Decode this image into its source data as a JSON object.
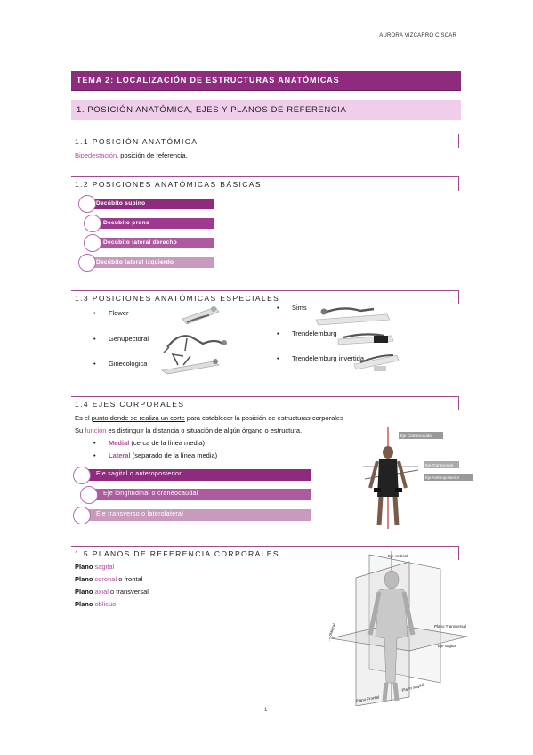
{
  "header": {
    "author": "AURORA VIZCARRO CISCAR"
  },
  "tema": "TEMA 2: LOCALIZACIÓN DE ESTRUCTURAS ANATÓMICAS",
  "section1": "1. POSICIÓN ANATÓMICA, EJES Y PLANOS DE REFERENCIA",
  "s11": {
    "title": "1.1 POSICIÓN ANATÓMICA",
    "term": "Bipedestación",
    "rest": ", posición de referencia."
  },
  "s12": {
    "title": "1.2 POSICIONES ANATÓMICAS BÁSICAS",
    "items": [
      "Decúbito supino",
      "Decúbito prono",
      "Decúbito lateral derecho",
      "Decúbito lateral izquierdo"
    ]
  },
  "s13": {
    "title": "1.3 POSICIONES ANATÓMICAS ESPECIALES",
    "left": [
      "Flower",
      "Genupectoral",
      "Ginecológica"
    ],
    "right": [
      "Sims",
      "Trendelemburg",
      "Trendelemburg invertida"
    ]
  },
  "s14": {
    "title": "1.4 EJES CORPORALES",
    "line1_pre": "Es el ",
    "line1_u": "punto donde se realiza un corte",
    "line1_post": " para establecer la posición de estructuras corporales",
    "line2_pre": "Su ",
    "line2_pink": "función",
    "line2_mid": " es ",
    "line2_u": "distinguir la distancia o situación de algún órgano o estructura.",
    "bullets": [
      {
        "term": "Medial",
        "desc": " (cerca de la línea media)"
      },
      {
        "term": "Lateral",
        "desc": " (separado de la línea media)"
      }
    ],
    "axes": [
      "Eje sagital o anteroposterior",
      "Eje longitudinal o craneocaudal",
      "Eje transverso o laterolateral"
    ],
    "figure_labels": [
      "Eje Craneocaudal",
      "Eje Transversal",
      "Eje Anteroposterior"
    ]
  },
  "s15": {
    "title": "1.5 PLANOS DE REFERENCIA CORPORALES",
    "planes": [
      {
        "pre": "Plano ",
        "pink": "sagital",
        "post": ""
      },
      {
        "pre": "Plano ",
        "pink": "coronal",
        "post": " o frontal"
      },
      {
        "pre": "Plano ",
        "pink": "axial",
        "post": " o transversal"
      },
      {
        "pre": "Plano ",
        "pink": "oblicuo",
        "post": ""
      }
    ],
    "figure_labels": [
      "Eje vertical",
      "Plano Transversal",
      "Eje sagital",
      "Eje transversal o laterolateral",
      "Plano Frontal",
      "Plano sagital"
    ]
  },
  "page_number": "1",
  "colors": {
    "primary": "#8e2b7e",
    "light": "#f0cdea",
    "accent": "#b34aa3"
  }
}
